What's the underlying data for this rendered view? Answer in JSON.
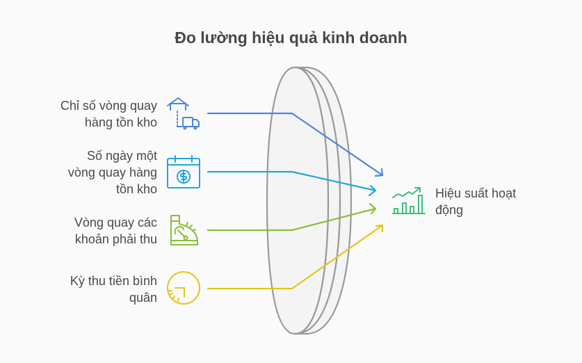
{
  "title": "Đo lường hiệu quả kinh doanh",
  "inputs": [
    {
      "line1": "Chỉ số vòng quay",
      "line2": "hàng tồn kho",
      "line3": "",
      "icon": "warehouse-truck-icon",
      "color": "#4a86e0"
    },
    {
      "line1": "Số ngày một",
      "line2": "vòng quay hàng",
      "line3": "tồn kho",
      "icon": "calendar-dollar-icon",
      "color": "#1fa7d9"
    },
    {
      "line1": "Vòng quay các",
      "line2": "khoản phải thu",
      "line3": "",
      "icon": "cash-register-icon",
      "color": "#8dbd3a"
    },
    {
      "line1": "Kỳ thu tiền bình",
      "line2": "quân",
      "line3": "",
      "icon": "clock-icon",
      "color": "#e2c61d"
    }
  ],
  "output": {
    "line1": "Hiệu suất hoạt",
    "line2": "động",
    "icon": "growth-chart-icon",
    "color": "#3cc07a"
  },
  "lens": {
    "stroke": "#999999",
    "fill": "#f3f3f3"
  }
}
